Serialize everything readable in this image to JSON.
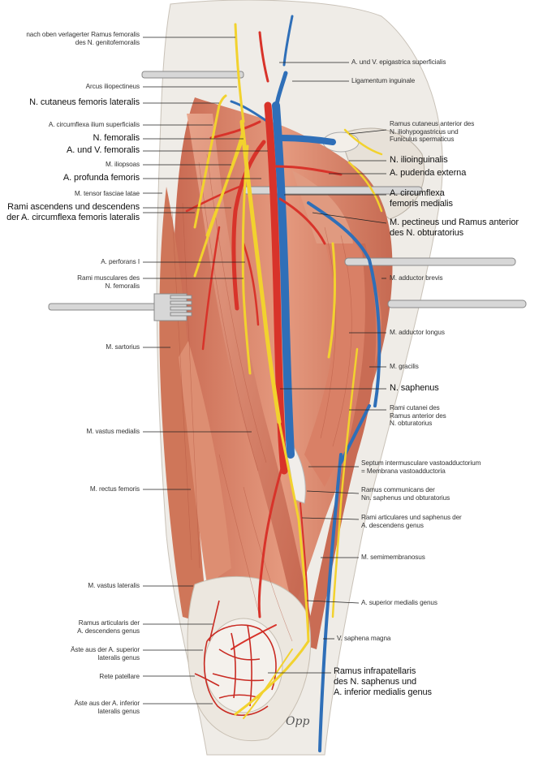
{
  "labels_left": [
    {
      "id": "genitofemoralis",
      "lines": [
        "nach oben verlagerter Ramus femoralis",
        "des N. genitofemoralis"
      ],
      "size": "s"
    },
    {
      "id": "arcus",
      "lines": [
        "Arcus iliopectineus"
      ],
      "size": "s"
    },
    {
      "id": "cut-fem-lat",
      "lines": [
        "N. cutaneus femoris lateralis"
      ],
      "size": "b"
    },
    {
      "id": "circ-ilium",
      "lines": [
        "A. circumflexa ilium superficialis"
      ],
      "size": "s"
    },
    {
      "id": "n-femoralis",
      "lines": [
        "N. femoralis"
      ],
      "size": "b"
    },
    {
      "id": "a-v-femoralis",
      "lines": [
        "A. und V. femoralis"
      ],
      "size": "b"
    },
    {
      "id": "iliopsoas",
      "lines": [
        "M. iliopsoas"
      ],
      "size": "s"
    },
    {
      "id": "profunda",
      "lines": [
        "A. profunda femoris"
      ],
      "size": "b"
    },
    {
      "id": "tensor",
      "lines": [
        "M. tensor fasciae latae"
      ],
      "size": "s"
    },
    {
      "id": "rami-asc",
      "lines": [
        "Rami ascendens und descendens",
        "der A. circumflexa femoris lateralis"
      ],
      "size": "b"
    },
    {
      "id": "perforans",
      "lines": [
        "A. perforans I"
      ],
      "size": "s"
    },
    {
      "id": "rami-musc",
      "lines": [
        "Rami musculares des",
        "N. femoralis"
      ],
      "size": "s"
    },
    {
      "id": "sartorius",
      "lines": [
        "M. sartorius"
      ],
      "size": "s"
    },
    {
      "id": "vastus-med",
      "lines": [
        "M. vastus medialis"
      ],
      "size": "s"
    },
    {
      "id": "rectus",
      "lines": [
        "M. rectus femoris"
      ],
      "size": "s"
    },
    {
      "id": "vastus-lat",
      "lines": [
        "M. vastus lateralis"
      ],
      "size": "s"
    },
    {
      "id": "ramus-art",
      "lines": [
        "Ramus articularis der",
        "A. descendens genus"
      ],
      "size": "s"
    },
    {
      "id": "aeste-sup",
      "lines": [
        "Äste aus der A. superior",
        "lateralis genus"
      ],
      "size": "s"
    },
    {
      "id": "rete",
      "lines": [
        "Rete patellare"
      ],
      "size": "s"
    },
    {
      "id": "aeste-inf",
      "lines": [
        "Äste aus der A. inferior",
        "lateralis genus"
      ],
      "size": "s"
    }
  ],
  "labels_right": [
    {
      "id": "epigastrica",
      "lines": [
        "A. und V. epigastrica superficialis"
      ],
      "size": "s"
    },
    {
      "id": "lig-ing",
      "lines": [
        "Ligamentum inguinale"
      ],
      "size": "s"
    },
    {
      "id": "iliohypo",
      "lines": [
        "Ramus cutaneus anterior des",
        "N. iliohypogastricus und",
        "Funiculus spermaticus"
      ],
      "size": "s"
    },
    {
      "id": "ilioing",
      "lines": [
        "N. ilioinguinalis"
      ],
      "size": "b"
    },
    {
      "id": "pudenda",
      "lines": [
        "A. pudenda externa"
      ],
      "size": "b"
    },
    {
      "id": "circ-med",
      "lines": [
        "A. circumflexa",
        "femoris medialis"
      ],
      "size": "b"
    },
    {
      "id": "pectineus",
      "lines": [
        "M. pectineus und Ramus anterior",
        "des N. obturatorius"
      ],
      "size": "b"
    },
    {
      "id": "add-brevis",
      "lines": [
        "M. adductor brevis"
      ],
      "size": "s"
    },
    {
      "id": "add-longus",
      "lines": [
        "M. adductor longus"
      ],
      "size": "s"
    },
    {
      "id": "gracilis",
      "lines": [
        "M. gracilis"
      ],
      "size": "s"
    },
    {
      "id": "saphenus",
      "lines": [
        "N. saphenus"
      ],
      "size": "b"
    },
    {
      "id": "rami-cut",
      "lines": [
        "Rami cutanei des",
        "Ramus anterior des",
        "N. obturatorius"
      ],
      "size": "s"
    },
    {
      "id": "septum",
      "lines": [
        "Septum intermusculare vastoadductorium",
        "= Membrana vastoadductoria"
      ],
      "size": "s"
    },
    {
      "id": "ramus-comm",
      "lines": [
        "Ramus communicans der",
        "Nn. saphenus und obturatorius"
      ],
      "size": "s"
    },
    {
      "id": "rami-art-saph",
      "lines": [
        "Rami articulares und saphenus der",
        "A. descendens genus"
      ],
      "size": "s"
    },
    {
      "id": "semimembr",
      "lines": [
        "M. semimembranosus"
      ],
      "size": "s"
    },
    {
      "id": "sup-med-genus",
      "lines": [
        "A. superior medialis genus"
      ],
      "size": "s"
    },
    {
      "id": "v-saphena",
      "lines": [
        "V. saphena magna"
      ],
      "size": "s"
    },
    {
      "id": "infrapat",
      "lines": [
        "Ramus infrapatellaris",
        "des N. saphenus und",
        "A. inferior medialis genus"
      ],
      "size": "b"
    }
  ],
  "signature": "Opp",
  "colors": {
    "muscle": "#d9856a",
    "muscle_dark": "#b85c45",
    "fascia": "#eeeae4",
    "artery": "#d8332a",
    "vein": "#2f6fb8",
    "nerve": "#f2d22e",
    "leader": "#222222"
  }
}
